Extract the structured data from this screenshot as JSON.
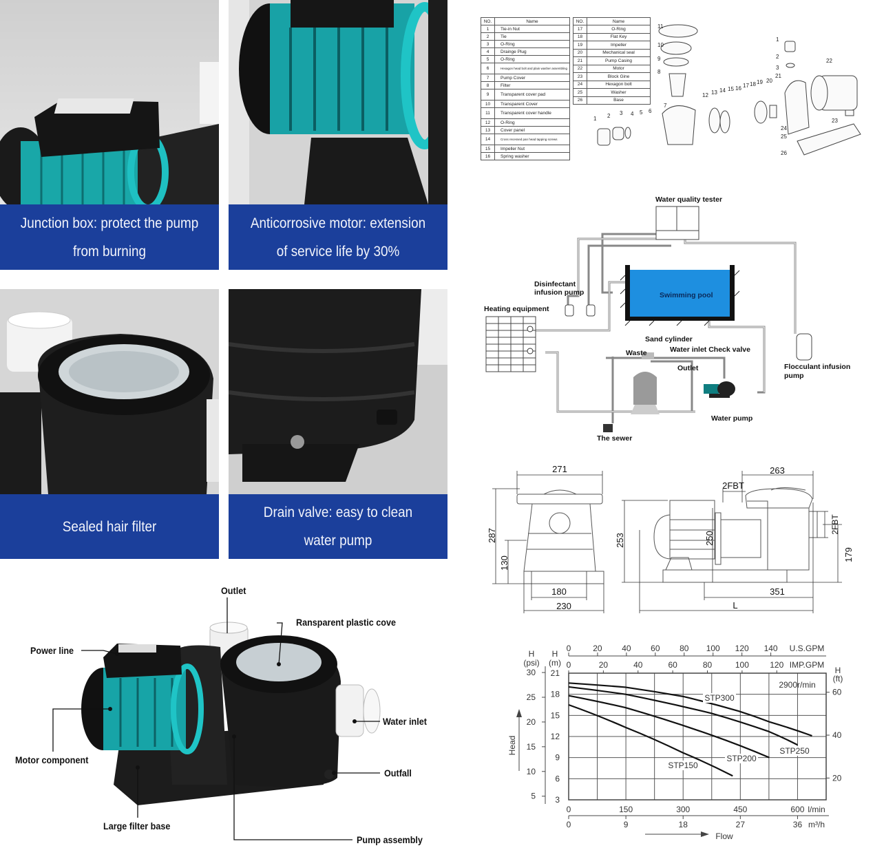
{
  "features": [
    {
      "caption_lines": [
        "Junction box: protect the pump",
        "from burning"
      ]
    },
    {
      "caption_lines": [
        "Anticorrosive motor: extension",
        "of service life by 30%"
      ]
    },
    {
      "caption_lines": [
        "Sealed hair filter"
      ]
    },
    {
      "caption_lines": [
        "Drain valve: easy to clean",
        "water pump"
      ]
    }
  ],
  "anatomy": {
    "labels": {
      "outlet": "Outlet",
      "cover": "Ransparent plastic cove",
      "power_line": "Power line",
      "water_inlet": "Water inlet",
      "motor": "Motor component",
      "outfall": "Outfall",
      "base": "Large filter base",
      "pump_assembly": "Pump assembly"
    }
  },
  "parts_table": {
    "headers": {
      "no": "NO.",
      "name": "Name"
    },
    "left": [
      {
        "no": "1",
        "name": "Tie-in Nut"
      },
      {
        "no": "2",
        "name": "Tie"
      },
      {
        "no": "3",
        "name": "O-Ring"
      },
      {
        "no": "4",
        "name": "Drainge Plug"
      },
      {
        "no": "5",
        "name": "O-Ring"
      },
      {
        "no": "6",
        "name": "Hexagon head bolt and plain washer assembling"
      },
      {
        "no": "7",
        "name": "Pump Cover"
      },
      {
        "no": "8",
        "name": "Filter"
      },
      {
        "no": "9",
        "name": "Transparent cover pad"
      },
      {
        "no": "10",
        "name": "Transparent Cover"
      },
      {
        "no": "11",
        "name": "Transparent cover handle"
      },
      {
        "no": "12",
        "name": "O-Ring"
      },
      {
        "no": "13",
        "name": "Cover panel"
      },
      {
        "no": "14",
        "name": "Cross recessed pan head tapping screws"
      },
      {
        "no": "15",
        "name": "Impeller Nut"
      },
      {
        "no": "16",
        "name": "Spring washer"
      }
    ],
    "right": [
      {
        "no": "17",
        "name": "O-Ring"
      },
      {
        "no": "18",
        "name": "Flat Key"
      },
      {
        "no": "19",
        "name": "Impeller"
      },
      {
        "no": "20",
        "name": "Mechanical seal"
      },
      {
        "no": "21",
        "name": "Pump Casing"
      },
      {
        "no": "22",
        "name": "Motor"
      },
      {
        "no": "23",
        "name": "Block Gine"
      },
      {
        "no": "24",
        "name": "Hexagon bolt"
      },
      {
        "no": "25",
        "name": "Washer"
      },
      {
        "no": "26",
        "name": "Base"
      }
    ],
    "diagram_numbers": [
      "1",
      "2",
      "3",
      "4",
      "5",
      "6",
      "7",
      "8",
      "9",
      "10",
      "11",
      "12",
      "13",
      "14",
      "15",
      "16",
      "17",
      "18",
      "19",
      "20",
      "21",
      "22",
      "23",
      "24",
      "25",
      "26",
      "1",
      "2",
      "3"
    ]
  },
  "schematic": {
    "water_quality_tester": "Water quality tester",
    "disinfectant_pump": [
      "Disinfectant",
      "infusion pump"
    ],
    "heating_equipment": "Heating equipment",
    "swimming_pool": "Swimming pool",
    "sand_cylinder": "Sand cylinder",
    "waste": "Waste",
    "water_inlet_check_valve": "Water inlet Check valve",
    "outlet": "Outlet",
    "flocculant_pump": [
      "Flocculant infusion",
      "pump"
    ],
    "water_pump": "Water pump",
    "sewer": "The sewer",
    "pool_color": "#1e8fe0"
  },
  "dimensions": {
    "front_width_top": "271",
    "front_height": "287",
    "front_axis_height": "130",
    "front_base_inner": "180",
    "front_base_outer": "230",
    "side_top_width": "263",
    "side_outlet": "2FBT",
    "side_inlet": "2FBT",
    "side_height": "253",
    "side_flange": "250",
    "side_inlet_height": "179",
    "side_base": "351",
    "side_length": "L"
  },
  "chart_data": {
    "type": "line",
    "title": "",
    "annotation": "2900r/min",
    "xlabel": "Flow",
    "ylabel": "Head",
    "x_unit": "l/min",
    "y_unit": "H (m)",
    "xlim": [
      0,
      675
    ],
    "ylim": [
      3,
      21
    ],
    "grid": true,
    "x_ticks": [
      0,
      150,
      300,
      450,
      600
    ],
    "y_ticks": [
      3,
      6,
      9,
      12,
      15,
      18,
      21
    ],
    "secondary_axes": {
      "us_gpm": {
        "label": "U.S.GPM",
        "ticks": [
          0,
          20,
          40,
          60,
          80,
          100,
          120,
          140
        ]
      },
      "imp_gpm": {
        "label": "IMP.GPM",
        "ticks": [
          0,
          20,
          40,
          60,
          80,
          100,
          120
        ]
      },
      "m3h": {
        "label": "m³/h",
        "ticks": [
          0,
          9,
          18,
          27,
          36
        ]
      },
      "psi": {
        "label_top": "H",
        "label_unit": "(psi)",
        "ticks": [
          5,
          10,
          15,
          20,
          25,
          30
        ]
      },
      "m": {
        "label_top": "H",
        "label_unit": "(m)"
      },
      "ft": {
        "label_top": "H",
        "label_unit": "(ft)",
        "ticks": [
          20,
          40,
          60
        ]
      }
    },
    "series": [
      {
        "name": "STP300",
        "x": [
          0,
          149,
          299,
          446,
          525,
          638
        ],
        "y": [
          19.6,
          19.0,
          17.7,
          15.6,
          14.1,
          12.1
        ]
      },
      {
        "name": "STP250",
        "x": [
          0,
          149,
          374,
          525,
          600
        ],
        "y": [
          19.05,
          18.0,
          15.3,
          12.7,
          10.8
        ]
      },
      {
        "name": "STP200",
        "x": [
          0,
          149,
          374,
          526
        ],
        "y": [
          17.8,
          16.1,
          12.2,
          9.0
        ]
      },
      {
        "name": "STP150",
        "x": [
          0,
          149,
          299,
          430
        ],
        "y": [
          16.5,
          13.3,
          9.7,
          6.4
        ]
      }
    ]
  }
}
